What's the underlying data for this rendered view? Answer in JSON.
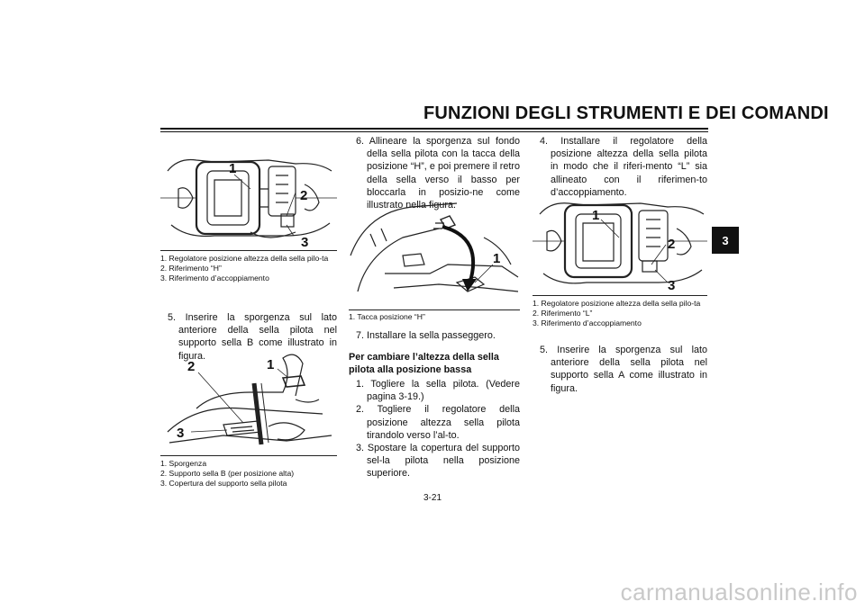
{
  "header": {
    "title": "FUNZIONI DEGLI STRUMENTI E DEI COMANDI",
    "chapter_tab": "3"
  },
  "col1": {
    "figure1_callouts": [
      "1",
      "2",
      "3"
    ],
    "figure1_caption": [
      "1. Regolatore posizione altezza della sella pilo-ta",
      "2. Riferimento “H”",
      "3. Riferimento d’accoppiamento"
    ],
    "step5": "5. Inserire la sporgenza sul lato anteriore della sella pilota nel supporto sella B come illustrato in figura.",
    "figure2_callouts": [
      "1",
      "2",
      "3"
    ],
    "figure2_caption": [
      "1. Sporgenza",
      "2. Supporto sella B (per posizione alta)",
      "3. Copertura del supporto sella pilota"
    ]
  },
  "col2": {
    "step6": "6. Allineare la sporgenza sul fondo della sella pilota con la tacca della posizione “H”, e poi premere il retro della sella verso il basso per bloccarla in posizio-ne come illustrato nella figura.",
    "figure3_callouts": [
      "1"
    ],
    "figure3_caption": [
      "1. Tacca posizione “H”"
    ],
    "step7": "7. Installare la sella passeggero.",
    "subheading": "Per cambiare l’altezza della sella pilota alla posizione bassa",
    "steps": [
      "1. Togliere la sella pilota. (Vedere pagina 3-19.)",
      "2. Togliere il regolatore della posizione altezza sella pilota tirandolo verso l’al-to.",
      "3. Spostare la copertura del supporto sel-la pilota nella posizione superiore."
    ]
  },
  "col3": {
    "step4": "4. Installare il regolatore della posizione altezza della sella pilota in modo che il riferi-mento “L” sia allineato con il riferimen-to d’accoppiamento.",
    "figure4_callouts": [
      "1",
      "2",
      "3"
    ],
    "figure4_caption": [
      "1. Regolatore posizione altezza della sella pilo-ta",
      "2. Riferimento “L”",
      "3. Riferimento d’accoppiamento"
    ],
    "step5": "5. Inserire la sporgenza sul lato anteriore della sella pilota nel supporto sella A come illustrato in figura."
  },
  "footer": {
    "page_number": "3-21",
    "watermark": "carmanualsonline.info"
  }
}
